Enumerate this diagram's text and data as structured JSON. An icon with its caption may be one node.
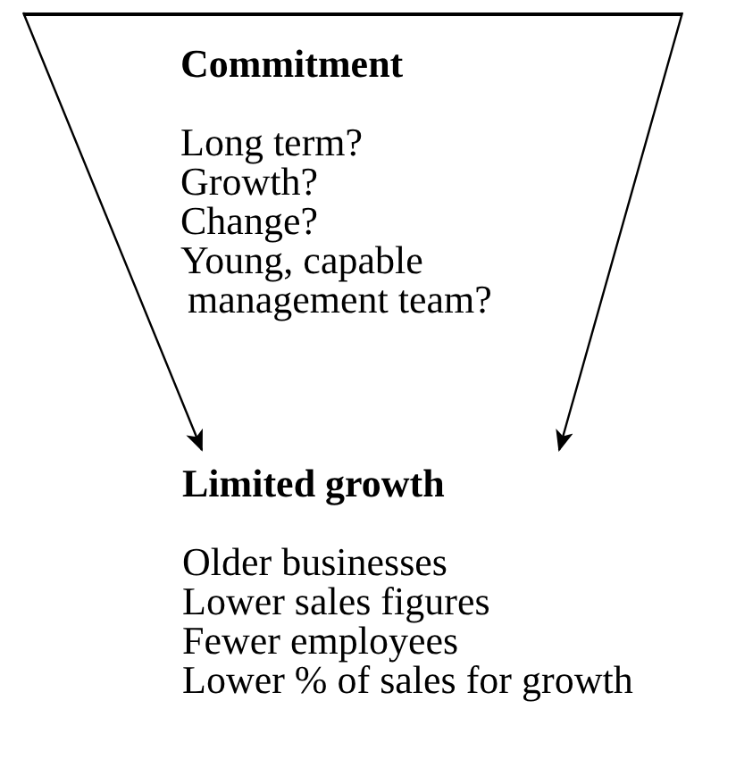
{
  "diagram": {
    "nodes": [
      {
        "text": [
          "Commitment",
          "Long term?",
          "Growth?",
          "Change?",
          "Young, capable management team?"
        ]
      },
      {
        "text": [
          "Limited growth",
          "Older businesses",
          "Lower sales figures",
          "Fewer employees",
          "Lower % of sales for growth"
        ]
      }
    ],
    "edges": [
      {
        "from": 0,
        "to": 1,
        "arrow": "to"
      },
      {
        "from": 0,
        "to": 1,
        "arrow": "to"
      }
    ]
  }
}
